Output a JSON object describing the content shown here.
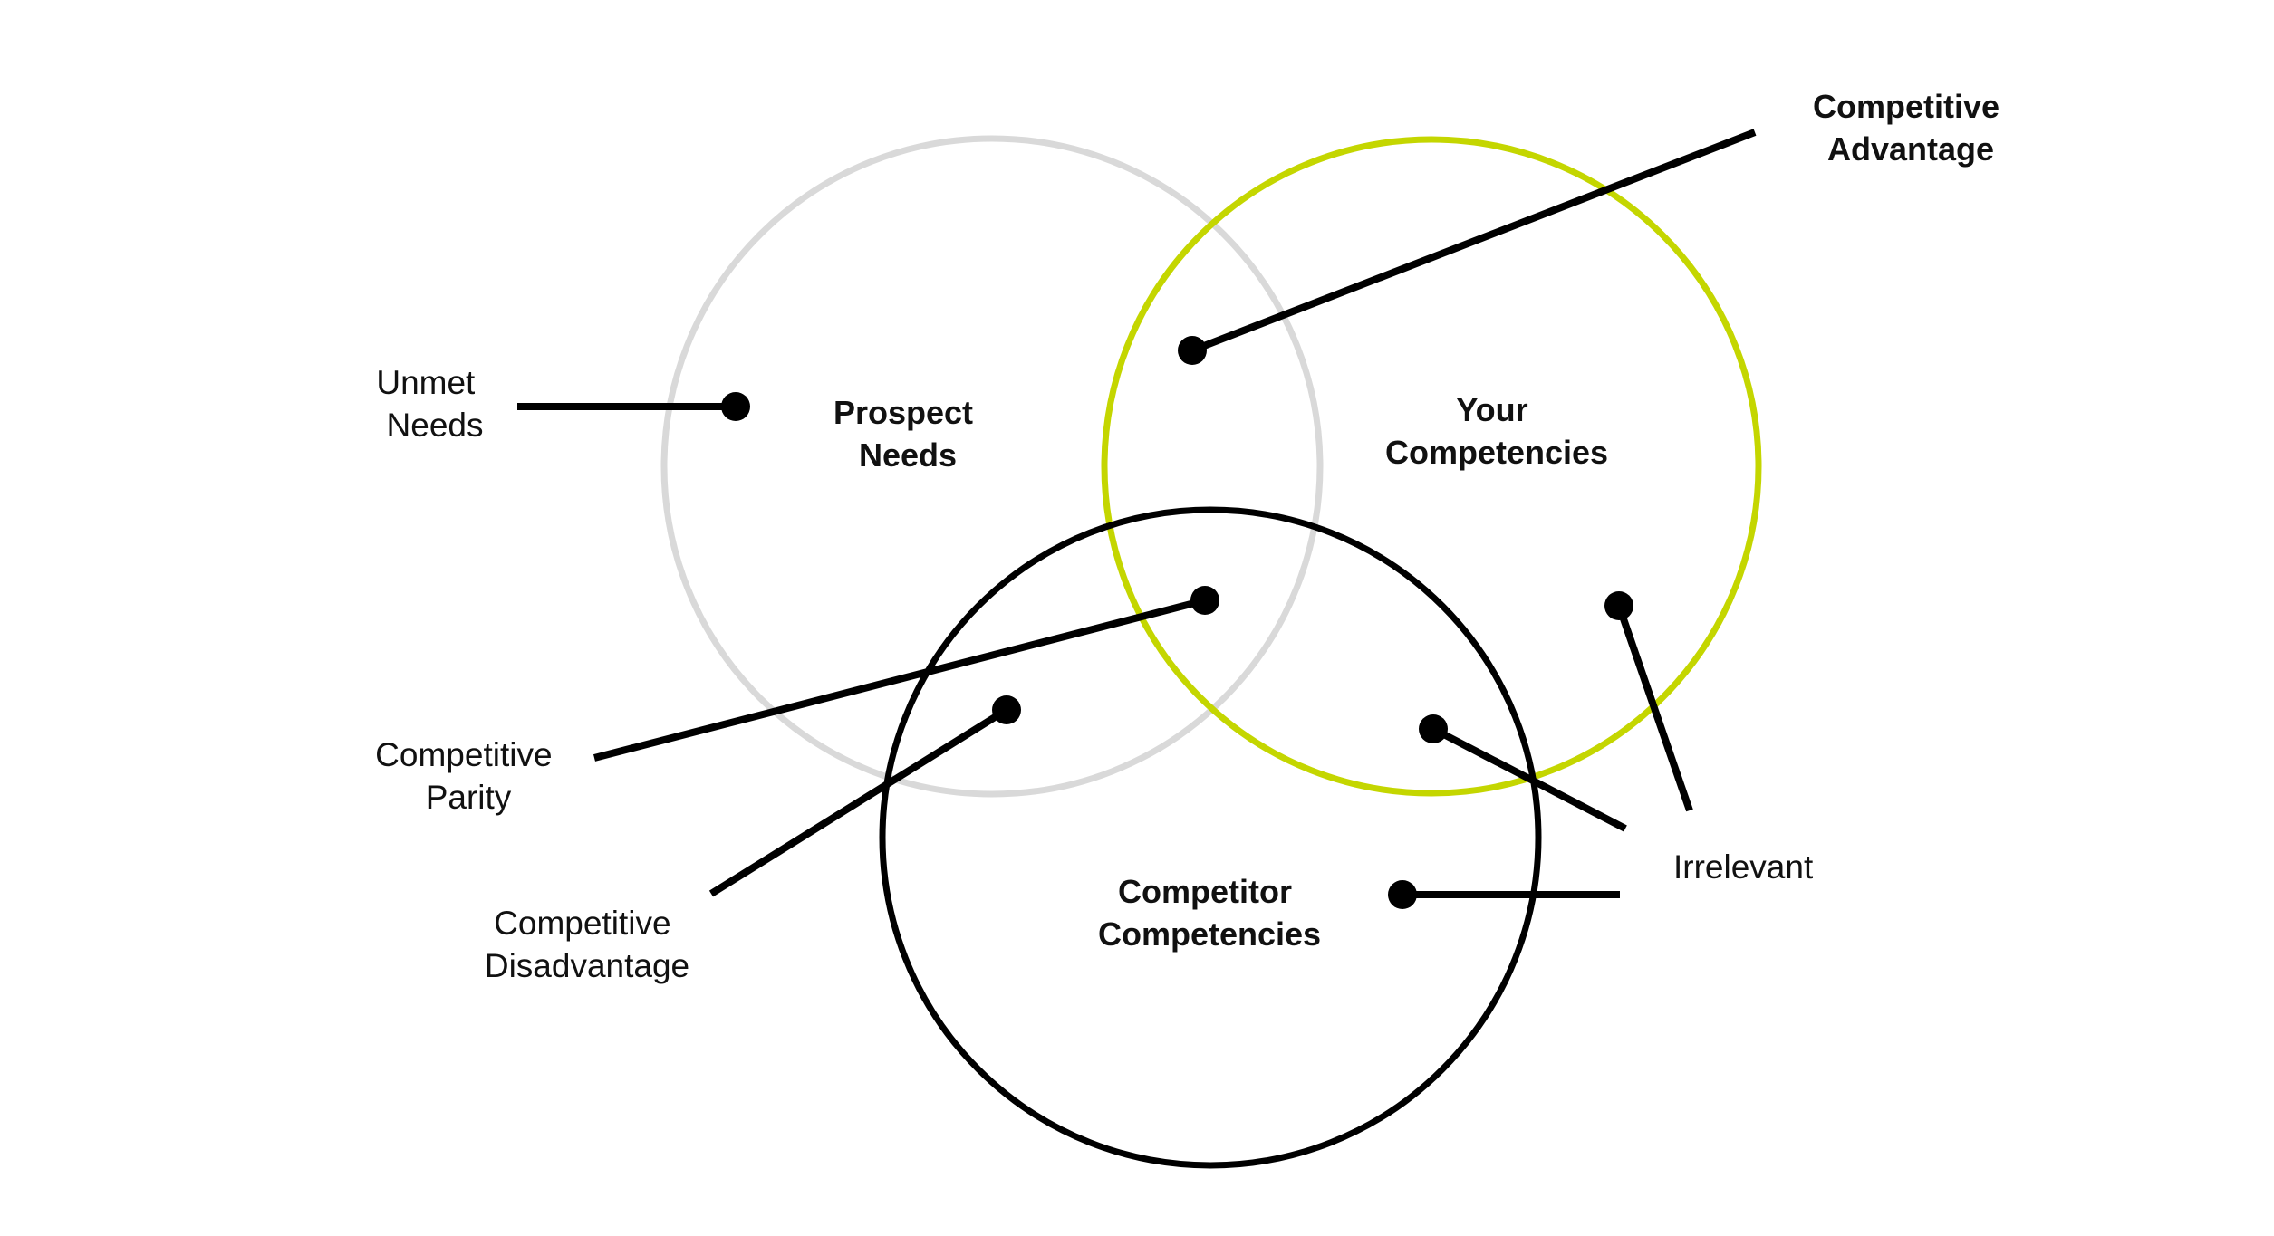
{
  "diagram": {
    "type": "venn",
    "colors": {
      "prospect_needs": "#d9d9d9",
      "your_competencies": "#c4d600",
      "competitor_competencies": "#000000",
      "leader": "#000000",
      "text": "#111111",
      "background": "#ffffff"
    },
    "sets": [
      {
        "id": "prospect_needs",
        "line1": "Prospect",
        "line2": "Needs"
      },
      {
        "id": "your_competencies",
        "line1": "Your",
        "line2": "Competencies"
      },
      {
        "id": "competitor_competencies",
        "line1": "Competitor",
        "line2": "Competencies"
      }
    ],
    "callouts": {
      "competitive_advantage": {
        "line1": "Competitive",
        "line2": "Advantage"
      },
      "unmet_needs": {
        "line1": "Unmet",
        "line2": "Needs"
      },
      "competitive_parity": {
        "line1": "Competitive",
        "line2": "Parity"
      },
      "competitive_disadvantage": {
        "line1": "Competitive",
        "line2": "Disadvantage"
      },
      "irrelevant": {
        "line1": "Irrelevant"
      }
    }
  }
}
